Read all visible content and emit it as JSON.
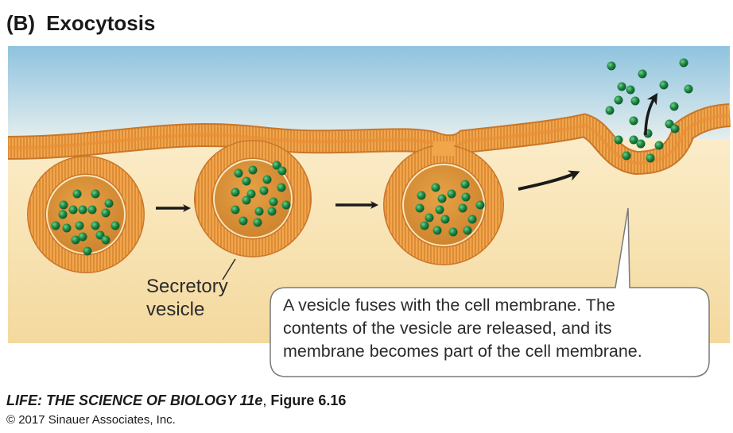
{
  "title": {
    "panel": "(B)",
    "text": "Exocytosis"
  },
  "labels": {
    "vesicle_line1": "Secretory",
    "vesicle_line2": "vesicle"
  },
  "callout": {
    "line1": "A vesicle fuses with the cell membrane. The",
    "line2": "contents of the vesicle are released, and its",
    "line3": "membrane becomes part of the cell membrane."
  },
  "caption": {
    "book": "LIFE: THE SCIENCE OF BIOLOGY 11e",
    "separator": ", ",
    "figure": "Figure 6.16",
    "copyright": "© 2017 Sinauer Associates, Inc."
  },
  "colors": {
    "exterior_top": "#8fc3df",
    "exterior_bottom": "#e8eef0",
    "cytoplasm": "#f7e4b8",
    "membrane_fill": "#f2a64a",
    "membrane_stroke": "#c9762a",
    "vesicle_interior": "#d99036",
    "molecule": "#1f8a45"
  },
  "icons": [
    "arrow-right-icon",
    "arrow-up-icon",
    "molecule-icon"
  ]
}
